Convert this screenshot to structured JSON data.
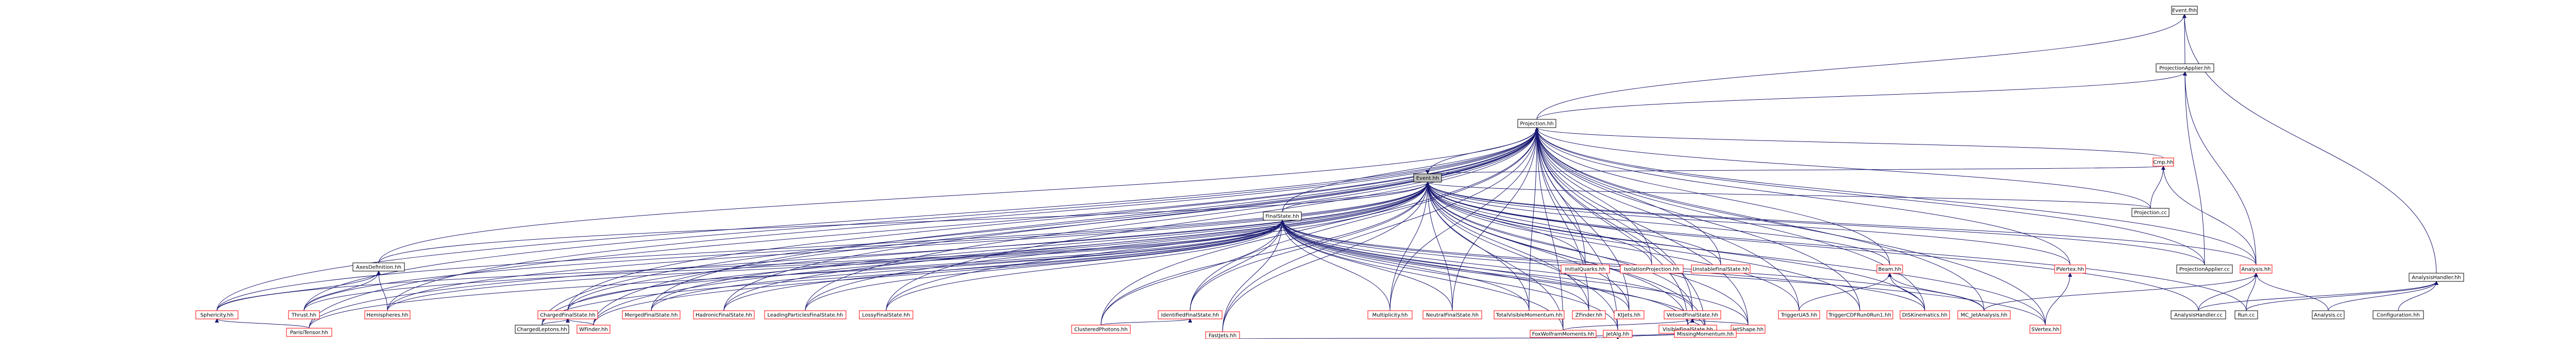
{
  "colors": {
    "edge": "#191970",
    "border_documented": "#000000",
    "border_undocumented": "#ff0000",
    "fill_normal": "#ffffff",
    "fill_root": "#bfbfbf",
    "text": "#000000"
  },
  "graph": {
    "root": "Event.hh",
    "nodes": [
      {
        "id": "Event.hh",
        "label": "Event.hh",
        "kind": "root"
      },
      {
        "id": "ProjectionApplier.hh",
        "label": "ProjectionApplier.hh",
        "kind": "doc"
      },
      {
        "id": "Projection.hh",
        "label": "Projection.hh",
        "kind": "doc"
      },
      {
        "id": "AnalysisHandler.hh",
        "label": "AnalysisHandler.hh",
        "kind": "doc"
      },
      {
        "id": "Event.fhh",
        "label": "Event.fhh",
        "kind": "doc"
      },
      {
        "id": "Cmp.hh",
        "label": "Cmp.hh",
        "kind": "undoc"
      },
      {
        "id": "Projection.cc",
        "label": "Projection.cc",
        "kind": "doc"
      },
      {
        "id": "AxesDefinition.hh",
        "label": "AxesDefinition.hh",
        "kind": "doc"
      },
      {
        "id": "FinalState.hh",
        "label": "FinalState.hh",
        "kind": "doc"
      },
      {
        "id": "InitialQuarks.hh",
        "label": "InitialQuarks.hh",
        "kind": "undoc"
      },
      {
        "id": "IsolationProjection.hh",
        "label": "IsolationProjection.hh",
        "kind": "undoc"
      },
      {
        "id": "UnstableFinalState.hh",
        "label": "UnstableFinalState.hh",
        "kind": "undoc"
      },
      {
        "id": "Beam.hh",
        "label": "Beam.hh",
        "kind": "undoc"
      },
      {
        "id": "PVertex.hh",
        "label": "PVertex.hh",
        "kind": "undoc"
      },
      {
        "id": "ProjectionApplier.cc",
        "label": "ProjectionApplier.cc",
        "kind": "doc"
      },
      {
        "id": "Analysis.hh",
        "label": "Analysis.hh",
        "kind": "undoc"
      },
      {
        "id": "Sphericity.hh",
        "label": "Sphericity.hh",
        "kind": "undoc"
      },
      {
        "id": "Thrust.hh",
        "label": "Thrust.hh",
        "kind": "undoc"
      },
      {
        "id": "Hemispheres.hh",
        "label": "Hemispheres.hh",
        "kind": "undoc"
      },
      {
        "id": "ChargedFinalState.hh",
        "label": "ChargedFinalState.hh",
        "kind": "undoc"
      },
      {
        "id": "MergedFinalState.hh",
        "label": "MergedFinalState.hh",
        "kind": "undoc"
      },
      {
        "id": "HadronicFinalState.hh",
        "label": "HadronicFinalState.hh",
        "kind": "undoc"
      },
      {
        "id": "LeadingParticlesFinalState.hh",
        "label": "LeadingParticlesFinalState.hh",
        "kind": "undoc"
      },
      {
        "id": "LossyFinalState.hh",
        "label": "LossyFinalState.hh",
        "kind": "undoc"
      },
      {
        "id": "IdentifiedFinalState.hh",
        "label": "IdentifiedFinalState.hh",
        "kind": "undoc"
      },
      {
        "id": "Multiplicity.hh",
        "label": "Multiplicity.hh",
        "kind": "undoc"
      },
      {
        "id": "NeutralFinalState.hh",
        "label": "NeutralFinalState.hh",
        "kind": "undoc"
      },
      {
        "id": "TotalVisibleMomentum.hh",
        "label": "TotalVisibleMomentum.hh",
        "kind": "undoc"
      },
      {
        "id": "ZFinder.hh",
        "label": "ZFinder.hh",
        "kind": "undoc"
      },
      {
        "id": "KtJets.hh",
        "label": "KtJets.hh",
        "kind": "undoc"
      },
      {
        "id": "VetoedFinalState.hh",
        "label": "VetoedFinalState.hh",
        "kind": "undoc"
      },
      {
        "id": "TriggerUA5.hh",
        "label": "TriggerUA5.hh",
        "kind": "undoc"
      },
      {
        "id": "TriggerCDFRun0Run1.hh",
        "label": "TriggerCDFRun0Run1.hh",
        "kind": "undoc"
      },
      {
        "id": "DISKinematics.hh",
        "label": "DISKinematics.hh",
        "kind": "undoc"
      },
      {
        "id": "MC_JetAnalysis.hh",
        "label": "MC_JetAnalysis.hh",
        "kind": "undoc"
      },
      {
        "id": "AnalysisHandler.cc",
        "label": "AnalysisHandler.cc",
        "kind": "doc"
      },
      {
        "id": "Run.cc",
        "label": "Run.cc",
        "kind": "doc"
      },
      {
        "id": "Analysis.cc",
        "label": "Analysis.cc",
        "kind": "doc"
      },
      {
        "id": "Configuration.hh",
        "label": "Configuration.hh",
        "kind": "doc"
      },
      {
        "id": "ParisiTensor.hh",
        "label": "ParisiTensor.hh",
        "kind": "undoc"
      },
      {
        "id": "ChargedLeptons.hh",
        "label": "ChargedLeptons.hh",
        "kind": "doc"
      },
      {
        "id": "WFinder.hh",
        "label": "WFinder.hh",
        "kind": "undoc"
      },
      {
        "id": "ClusteredPhotons.hh",
        "label": "ClusteredPhotons.hh",
        "kind": "undoc"
      },
      {
        "id": "VisibleFinalState.hh",
        "label": "VisibleFinalState.hh",
        "kind": "undoc"
      },
      {
        "id": "JetShape.hh",
        "label": "JetShape.hh",
        "kind": "undoc"
      },
      {
        "id": "SVertex.hh",
        "label": "SVertex.hh",
        "kind": "undoc"
      },
      {
        "id": "FoxWolframMoments.hh",
        "label": "FoxWolframMoments.hh",
        "kind": "undoc"
      },
      {
        "id": "JetAlg.hh",
        "label": "JetAlg.hh",
        "kind": "undoc"
      },
      {
        "id": "MissingMomentum.hh",
        "label": "MissingMomentum.hh",
        "kind": "undoc"
      },
      {
        "id": "FastJets.hh",
        "label": "FastJets.hh",
        "kind": "undoc"
      }
    ],
    "edges": [
      [
        "Event.fhh",
        "ProjectionApplier.hh"
      ],
      [
        "Event.fhh",
        "Projection.hh"
      ],
      [
        "Event.fhh",
        "AnalysisHandler.hh"
      ],
      [
        "ProjectionApplier.hh",
        "Projection.hh"
      ],
      [
        "ProjectionApplier.hh",
        "ProjectionApplier.cc"
      ],
      [
        "ProjectionApplier.hh",
        "Analysis.hh"
      ],
      [
        "AnalysisHandler.hh",
        "AnalysisHandler.cc"
      ],
      [
        "AnalysisHandler.hh",
        "Run.cc"
      ],
      [
        "AnalysisHandler.hh",
        "Analysis.cc"
      ],
      [
        "AnalysisHandler.hh",
        "Configuration.hh"
      ],
      [
        "Projection.hh",
        "Event.hh"
      ],
      [
        "Projection.hh",
        "Cmp.hh"
      ],
      [
        "Projection.hh",
        "Projection.cc"
      ],
      [
        "Projection.hh",
        "AxesDefinition.hh"
      ],
      [
        "Projection.hh",
        "FinalState.hh"
      ],
      [
        "Projection.hh",
        "InitialQuarks.hh"
      ],
      [
        "Projection.hh",
        "IsolationProjection.hh"
      ],
      [
        "Projection.hh",
        "UnstableFinalState.hh"
      ],
      [
        "Projection.hh",
        "Beam.hh"
      ],
      [
        "Projection.hh",
        "PVertex.hh"
      ],
      [
        "Projection.hh",
        "ProjectionApplier.cc"
      ],
      [
        "Projection.hh",
        "Analysis.hh"
      ],
      [
        "Projection.hh",
        "Sphericity.hh"
      ],
      [
        "Projection.hh",
        "Thrust.hh"
      ],
      [
        "Projection.hh",
        "Hemispheres.hh"
      ],
      [
        "Projection.hh",
        "ChargedFinalState.hh"
      ],
      [
        "Projection.hh",
        "MergedFinalState.hh"
      ],
      [
        "Projection.hh",
        "HadronicFinalState.hh"
      ],
      [
        "Projection.hh",
        "LeadingParticlesFinalState.hh"
      ],
      [
        "Projection.hh",
        "LossyFinalState.hh"
      ],
      [
        "Projection.hh",
        "IdentifiedFinalState.hh"
      ],
      [
        "Projection.hh",
        "Multiplicity.hh"
      ],
      [
        "Projection.hh",
        "NeutralFinalState.hh"
      ],
      [
        "Projection.hh",
        "TotalVisibleMomentum.hh"
      ],
      [
        "Projection.hh",
        "ZFinder.hh"
      ],
      [
        "Projection.hh",
        "KtJets.hh"
      ],
      [
        "Projection.hh",
        "VetoedFinalState.hh"
      ],
      [
        "Projection.hh",
        "TriggerUA5.hh"
      ],
      [
        "Projection.hh",
        "TriggerCDFRun0Run1.hh"
      ],
      [
        "Projection.hh",
        "DISKinematics.hh"
      ],
      [
        "Projection.hh",
        "MC_JetAnalysis.hh"
      ],
      [
        "Projection.hh",
        "ParisiTensor.hh"
      ],
      [
        "Projection.hh",
        "ChargedLeptons.hh"
      ],
      [
        "Projection.hh",
        "WFinder.hh"
      ],
      [
        "Projection.hh",
        "ClusteredPhotons.hh"
      ],
      [
        "Projection.hh",
        "VisibleFinalState.hh"
      ],
      [
        "Projection.hh",
        "JetShape.hh"
      ],
      [
        "Projection.hh",
        "SVertex.hh"
      ],
      [
        "Projection.hh",
        "FoxWolframMoments.hh"
      ],
      [
        "Projection.hh",
        "JetAlg.hh"
      ],
      [
        "Projection.hh",
        "MissingMomentum.hh"
      ],
      [
        "Projection.hh",
        "FastJets.hh"
      ],
      [
        "Event.hh",
        "Cmp.hh"
      ],
      [
        "Event.hh",
        "Projection.cc"
      ],
      [
        "Event.hh",
        "AxesDefinition.hh"
      ],
      [
        "Event.hh",
        "FinalState.hh"
      ],
      [
        "Event.hh",
        "InitialQuarks.hh"
      ],
      [
        "Event.hh",
        "IsolationProjection.hh"
      ],
      [
        "Event.hh",
        "UnstableFinalState.hh"
      ],
      [
        "Event.hh",
        "Beam.hh"
      ],
      [
        "Event.hh",
        "PVertex.hh"
      ],
      [
        "Event.hh",
        "ProjectionApplier.cc"
      ],
      [
        "Event.hh",
        "Analysis.hh"
      ],
      [
        "Event.hh",
        "Sphericity.hh"
      ],
      [
        "Event.hh",
        "Thrust.hh"
      ],
      [
        "Event.hh",
        "Hemispheres.hh"
      ],
      [
        "Event.hh",
        "ChargedFinalState.hh"
      ],
      [
        "Event.hh",
        "MergedFinalState.hh"
      ],
      [
        "Event.hh",
        "HadronicFinalState.hh"
      ],
      [
        "Event.hh",
        "LeadingParticlesFinalState.hh"
      ],
      [
        "Event.hh",
        "LossyFinalState.hh"
      ],
      [
        "Event.hh",
        "IdentifiedFinalState.hh"
      ],
      [
        "Event.hh",
        "Multiplicity.hh"
      ],
      [
        "Event.hh",
        "NeutralFinalState.hh"
      ],
      [
        "Event.hh",
        "TotalVisibleMomentum.hh"
      ],
      [
        "Event.hh",
        "ZFinder.hh"
      ],
      [
        "Event.hh",
        "KtJets.hh"
      ],
      [
        "Event.hh",
        "VetoedFinalState.hh"
      ],
      [
        "Event.hh",
        "TriggerUA5.hh"
      ],
      [
        "Event.hh",
        "TriggerCDFRun0Run1.hh"
      ],
      [
        "Event.hh",
        "DISKinematics.hh"
      ],
      [
        "Event.hh",
        "AnalysisHandler.cc"
      ],
      [
        "Event.hh",
        "Run.cc"
      ],
      [
        "Event.hh",
        "ParisiTensor.hh"
      ],
      [
        "Event.hh",
        "ChargedLeptons.hh"
      ],
      [
        "Event.hh",
        "WFinder.hh"
      ],
      [
        "Event.hh",
        "ClusteredPhotons.hh"
      ],
      [
        "Event.hh",
        "VisibleFinalState.hh"
      ],
      [
        "Event.hh",
        "JetShape.hh"
      ],
      [
        "Event.hh",
        "SVertex.hh"
      ],
      [
        "Event.hh",
        "FoxWolframMoments.hh"
      ],
      [
        "Event.hh",
        "JetAlg.hh"
      ],
      [
        "Event.hh",
        "MissingMomentum.hh"
      ],
      [
        "Event.hh",
        "FastJets.hh"
      ],
      [
        "Cmp.hh",
        "Projection.cc"
      ],
      [
        "Cmp.hh",
        "Analysis.hh"
      ],
      [
        "AxesDefinition.hh",
        "Sphericity.hh"
      ],
      [
        "AxesDefinition.hh",
        "Thrust.hh"
      ],
      [
        "AxesDefinition.hh",
        "Hemispheres.hh"
      ],
      [
        "FinalState.hh",
        "ChargedFinalState.hh"
      ],
      [
        "FinalState.hh",
        "MergedFinalState.hh"
      ],
      [
        "FinalState.hh",
        "HadronicFinalState.hh"
      ],
      [
        "FinalState.hh",
        "LeadingParticlesFinalState.hh"
      ],
      [
        "FinalState.hh",
        "LossyFinalState.hh"
      ],
      [
        "FinalState.hh",
        "IdentifiedFinalState.hh"
      ],
      [
        "FinalState.hh",
        "Multiplicity.hh"
      ],
      [
        "FinalState.hh",
        "NeutralFinalState.hh"
      ],
      [
        "FinalState.hh",
        "TotalVisibleMomentum.hh"
      ],
      [
        "FinalState.hh",
        "ZFinder.hh"
      ],
      [
        "FinalState.hh",
        "KtJets.hh"
      ],
      [
        "FinalState.hh",
        "VetoedFinalState.hh"
      ],
      [
        "FinalState.hh",
        "DISKinematics.hh"
      ],
      [
        "FinalState.hh",
        "MC_JetAnalysis.hh"
      ],
      [
        "FinalState.hh",
        "Sphericity.hh"
      ],
      [
        "FinalState.hh",
        "Thrust.hh"
      ],
      [
        "FinalState.hh",
        "Hemispheres.hh"
      ],
      [
        "FinalState.hh",
        "ParisiTensor.hh"
      ],
      [
        "FinalState.hh",
        "ChargedLeptons.hh"
      ],
      [
        "FinalState.hh",
        "WFinder.hh"
      ],
      [
        "FinalState.hh",
        "ClusteredPhotons.hh"
      ],
      [
        "FinalState.hh",
        "VisibleFinalState.hh"
      ],
      [
        "FinalState.hh",
        "JetShape.hh"
      ],
      [
        "FinalState.hh",
        "SVertex.hh"
      ],
      [
        "FinalState.hh",
        "FoxWolframMoments.hh"
      ],
      [
        "FinalState.hh",
        "JetAlg.hh"
      ],
      [
        "FinalState.hh",
        "MissingMomentum.hh"
      ],
      [
        "FinalState.hh",
        "FastJets.hh"
      ],
      [
        "Beam.hh",
        "TriggerUA5.hh"
      ],
      [
        "Beam.hh",
        "DISKinematics.hh"
      ],
      [
        "Beam.hh",
        "MC_JetAnalysis.hh"
      ],
      [
        "PVertex.hh",
        "SVertex.hh"
      ],
      [
        "Analysis.hh",
        "AnalysisHandler.cc"
      ],
      [
        "Analysis.hh",
        "Run.cc"
      ],
      [
        "Analysis.hh",
        "Analysis.cc"
      ],
      [
        "Analysis.hh",
        "MC_JetAnalysis.hh"
      ],
      [
        "Sphericity.hh",
        "ParisiTensor.hh"
      ],
      [
        "ChargedFinalState.hh",
        "ChargedLeptons.hh"
      ],
      [
        "ChargedFinalState.hh",
        "WFinder.hh"
      ],
      [
        "IdentifiedFinalState.hh",
        "ClusteredPhotons.hh"
      ],
      [
        "VetoedFinalState.hh",
        "VisibleFinalState.hh"
      ],
      [
        "VetoedFinalState.hh",
        "JetShape.hh"
      ],
      [
        "VetoedFinalState.hh",
        "FoxWolframMoments.hh"
      ],
      [
        "VetoedFinalState.hh",
        "MissingMomentum.hh"
      ],
      [
        "VisibleFinalState.hh",
        "FoxWolframMoments.hh"
      ],
      [
        "VisibleFinalState.hh",
        "JetAlg.hh"
      ],
      [
        "VisibleFinalState.hh",
        "MissingMomentum.hh"
      ],
      [
        "JetAlg.hh",
        "FastJets.hh"
      ]
    ]
  }
}
